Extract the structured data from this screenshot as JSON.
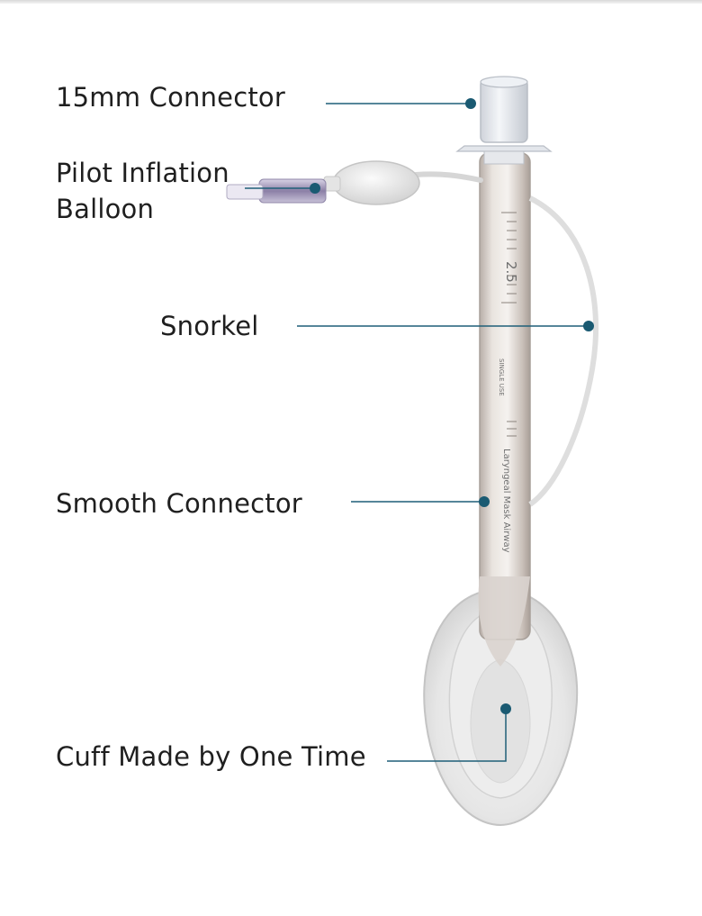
{
  "callouts": {
    "connector_15mm": {
      "label": "15mm Connector"
    },
    "pilot_balloon": {
      "label": "Pilot Inflation Balloon"
    },
    "snorkel": {
      "label": "Snorkel"
    },
    "smooth_connector": {
      "label": "Smooth Connector"
    },
    "cuff": {
      "label": "Cuff Made by One Time"
    }
  },
  "tube_markings": {
    "size": "2.5",
    "single_use": "SINGLE USE",
    "product_name": "Laryngeal Mask Airway"
  },
  "colors": {
    "callout_line": "#1f5f78",
    "callout_dot": "#1a5a72",
    "label_text": "#1f1f1f"
  }
}
